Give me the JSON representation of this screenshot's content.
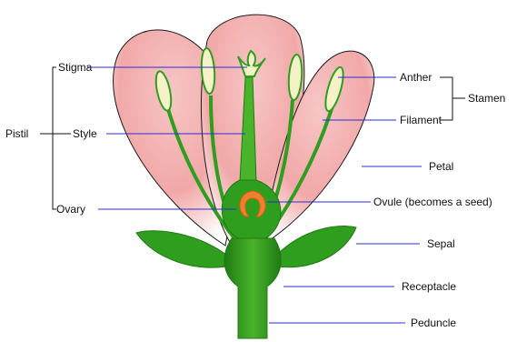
{
  "diagram": {
    "labels": {
      "stigma": "Stigma",
      "style": "Style",
      "ovary": "Ovary",
      "pistil": "Pistil",
      "anther": "Anther",
      "filament": "Filament",
      "stamen": "Stamen",
      "petal": "Petal",
      "ovule": "Ovule  (becomes a seed)",
      "sepal": "Sepal",
      "receptacle": "Receptacle",
      "peduncle": "Peduncle"
    },
    "colors": {
      "petal": "#f3b6b6",
      "petal_edge": "#1a1a1a",
      "green": "#2f9e1f",
      "dark_green": "#1f7a12",
      "anther": "#f6f2c8",
      "ovule": "#f07f2e",
      "leader": "#2b2bd6"
    }
  }
}
